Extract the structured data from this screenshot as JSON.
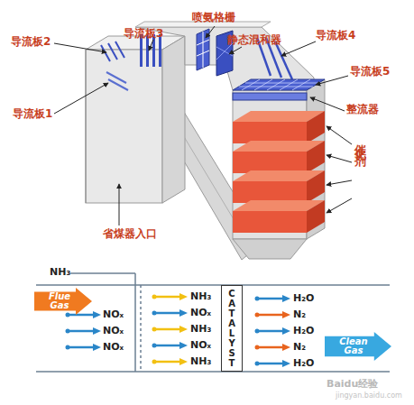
{
  "diagram": {
    "nodes": [
      {
        "text": [
          "Flue Gas"
        ]
      },
      {
        "text": [
          "CATALYST"
        ]
      },
      {
        "text": [
          "Clean Gas"
        ]
      }
    ],
    "labels": [
      "导流板2",
      "导流板3",
      "喷氨格栅",
      "静态混和器",
      "导流板4",
      "导流板1",
      "导流板5",
      "整流器",
      "催化剂",
      "省煤器入口",
      "NH₃",
      "NOₓ",
      "NOₓ",
      "NOₓ",
      "NH₃",
      "NOₓ",
      "NH₃",
      "NOₓ",
      "NH₃",
      "H₂O",
      "N₂",
      "H₂O",
      "N₂",
      "H₂O",
      "Baidu经验",
      "jingyan.baidu.com"
    ]
  }
}
